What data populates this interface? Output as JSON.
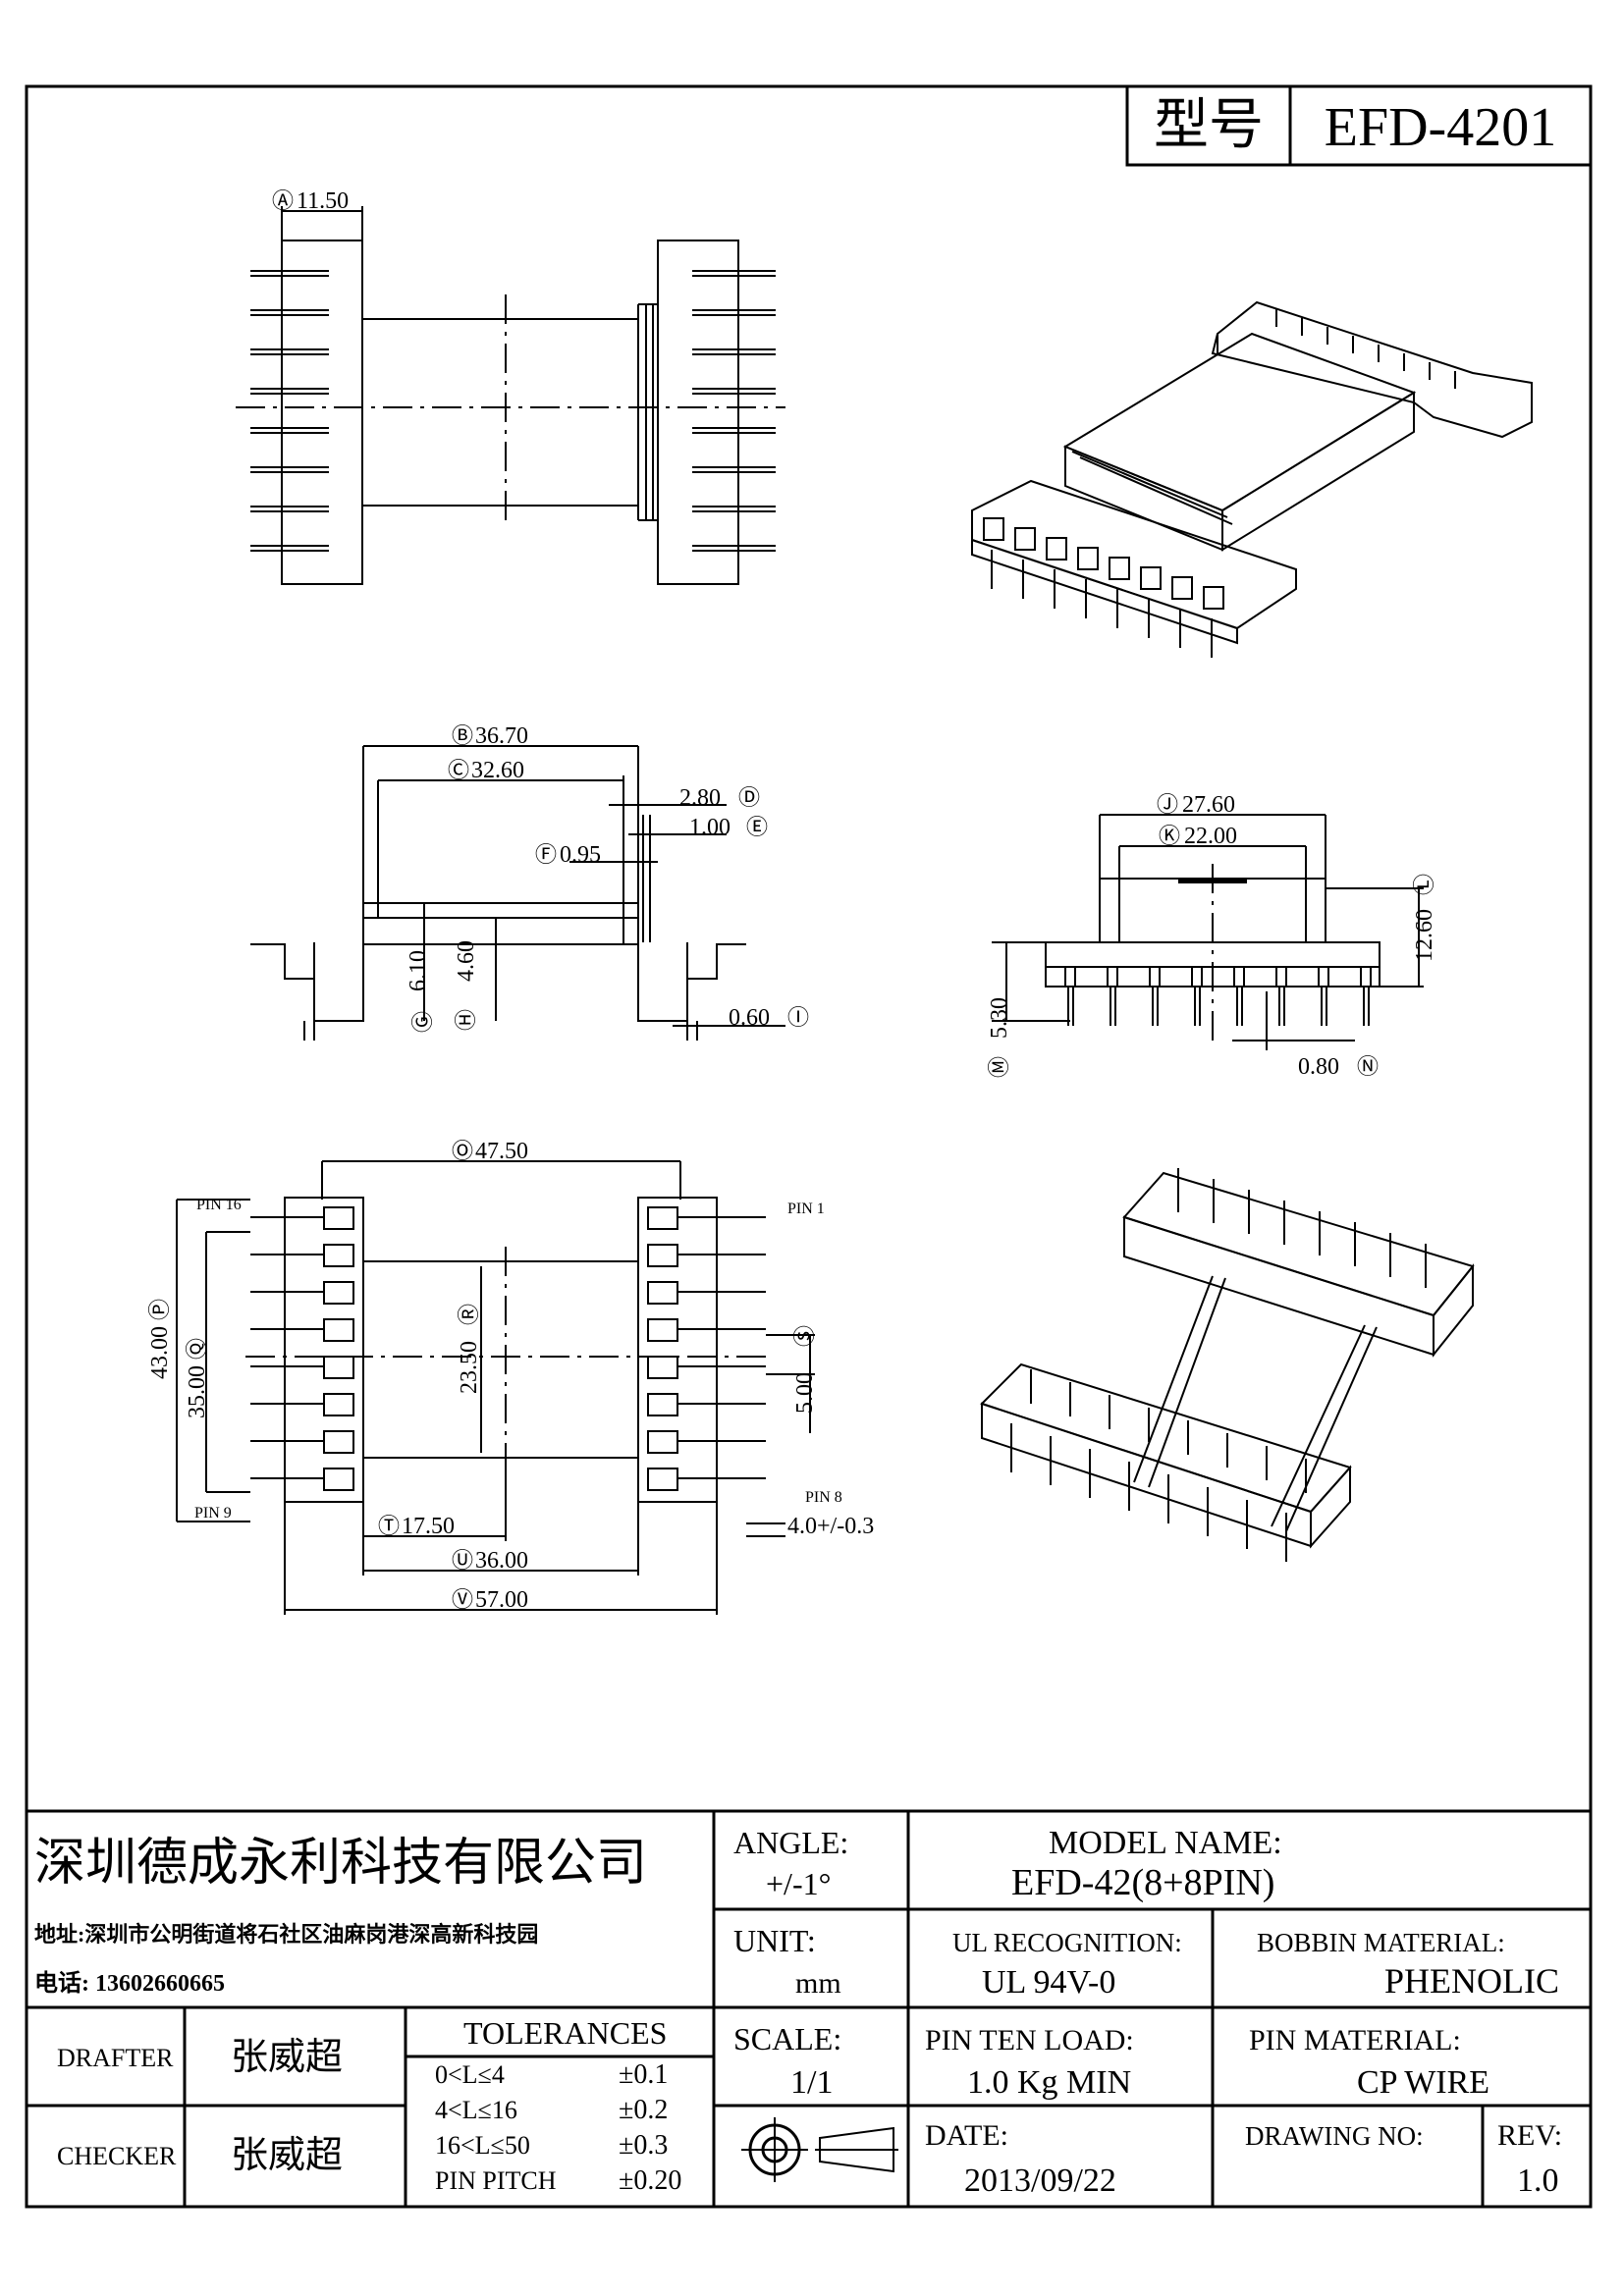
{
  "title_box": {
    "label": "型号",
    "value": "EFD-4201"
  },
  "dims": {
    "A": {
      "mark": "Ⓐ",
      "value": "11.50"
    },
    "B": {
      "mark": "Ⓑ",
      "value": "36.70"
    },
    "C": {
      "mark": "Ⓒ",
      "value": "32.60"
    },
    "D": {
      "mark": "Ⓓ",
      "value": "2.80"
    },
    "E": {
      "mark": "Ⓔ",
      "value": "1.00"
    },
    "F": {
      "mark": "Ⓕ",
      "value": "0.95"
    },
    "G": {
      "mark": "Ⓖ",
      "value": "6.10"
    },
    "H": {
      "mark": "Ⓗ",
      "value": "4.60"
    },
    "I": {
      "mark": "Ⓘ",
      "value": "0.60"
    },
    "J": {
      "mark": "Ⓙ",
      "value": "27.60"
    },
    "K": {
      "mark": "Ⓚ",
      "value": "22.00"
    },
    "L": {
      "mark": "Ⓛ",
      "value": "12.60"
    },
    "M": {
      "mark": "Ⓜ",
      "value": "5.30"
    },
    "N": {
      "mark": "Ⓝ",
      "value": "0.80"
    },
    "O": {
      "mark": "Ⓞ",
      "value": "47.50"
    },
    "P": {
      "mark": "Ⓟ",
      "value": "43.00"
    },
    "Q": {
      "mark": "Ⓠ",
      "value": "35.00"
    },
    "R": {
      "mark": "Ⓡ",
      "value": "23.50"
    },
    "S": {
      "mark": "Ⓢ",
      "value": "5.00"
    },
    "T": {
      "mark": "Ⓣ",
      "value": "17.50"
    },
    "U": {
      "mark": "Ⓤ",
      "value": "36.00"
    },
    "V": {
      "mark": "Ⓥ",
      "value": "57.00"
    },
    "pin_tol": "4.0+/-0.3"
  },
  "pin_labels": {
    "pin16": "PIN 16",
    "pin1": "PIN 1",
    "pin9": "PIN 9",
    "pin8": "PIN 8"
  },
  "title_block": {
    "company": "深圳德成永利科技有限公司",
    "address": "地址:深圳市公明街道将石社区油麻岗港深高新科技园",
    "phone": "电话: 13602660665",
    "angle_label": "ANGLE:",
    "angle_value": "+/-1°",
    "model_label": "MODEL NAME:",
    "model_value": "EFD-42(8+8PIN)",
    "unit_label": "UNIT:",
    "unit_value": "mm",
    "ul_label": "UL RECOGNITION:",
    "ul_value": "UL 94V-0",
    "bobbin_label": "BOBBIN MATERIAL:",
    "bobbin_value": "PHENOLIC",
    "drafter_label": "DRAFTER",
    "drafter_value": "张威超",
    "checker_label": "CHECKER",
    "checker_value": "张威超",
    "tolerances_label": "TOLERANCES",
    "tol_rows": [
      {
        "range": "0<L≤4",
        "tol": "±0.1"
      },
      {
        "range": "4<L≤16",
        "tol": "±0.2"
      },
      {
        "range": "16<L≤50",
        "tol": "±0.3"
      },
      {
        "range": "PIN PITCH",
        "tol": "±0.20"
      }
    ],
    "scale_label": "SCALE:",
    "scale_value": "1/1",
    "pin_load_label": "PIN TEN LOAD:",
    "pin_load_value": "1.0 Kg MIN",
    "pin_mat_label": "PIN MATERIAL:",
    "pin_mat_value": "CP WIRE",
    "date_label": "DATE:",
    "date_value": "2013/09/22",
    "drawing_no_label": "DRAWING NO:",
    "rev_label": "REV:",
    "rev_value": "1.0"
  }
}
